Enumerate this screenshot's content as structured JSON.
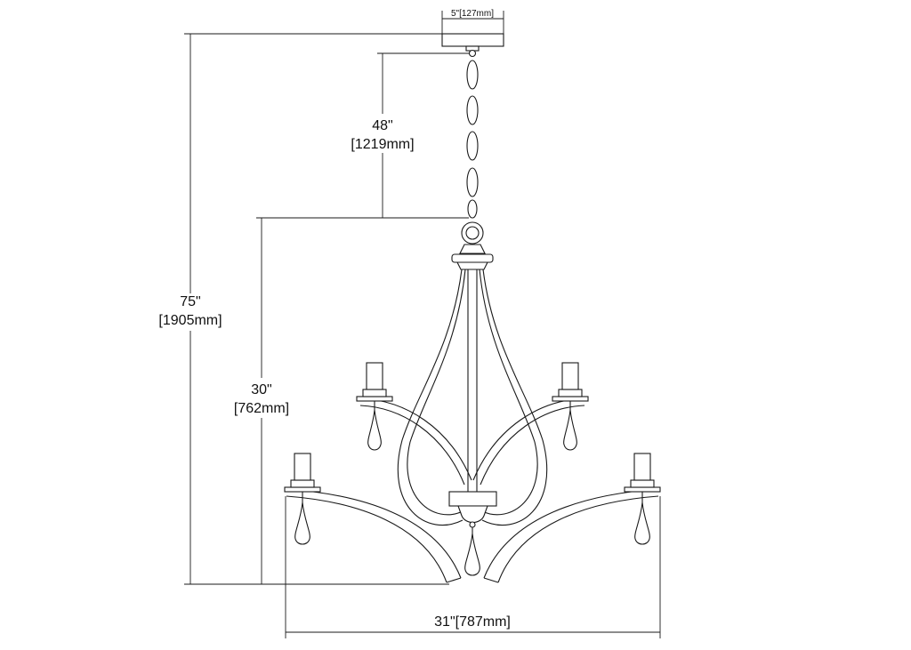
{
  "dimensions": {
    "canopy_width": "5\"[127mm]",
    "chain_length_in": "48\"",
    "chain_length_mm": "[1219mm]",
    "overall_height_in": "75\"",
    "overall_height_mm": "[1905mm]",
    "fixture_height_in": "30\"",
    "fixture_height_mm": "[762mm]",
    "fixture_width": "31\"[787mm]"
  }
}
